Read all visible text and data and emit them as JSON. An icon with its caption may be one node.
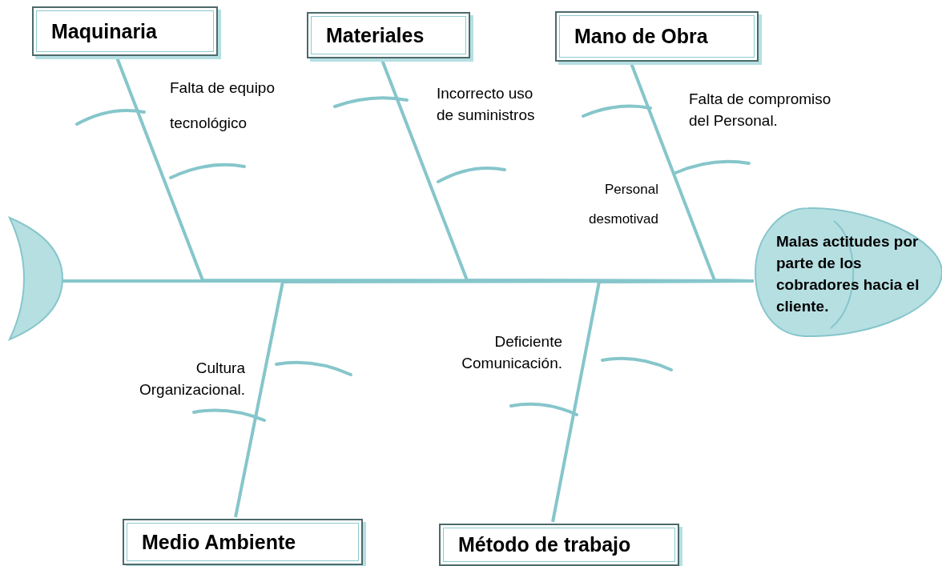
{
  "diagram": {
    "nodes": [
      {
        "text": [
          "Maquinaria"
        ]
      },
      {
        "text": [
          "Materiales"
        ]
      },
      {
        "text": [
          "Mano de Obra"
        ]
      },
      {
        "text": [],
        "shape": "crescent"
      },
      {
        "text": [
          "Malas actitudes por parte de los cobradores hacia el cliente."
        ]
      },
      {
        "text": [
          "Medio Ambiente"
        ]
      },
      {
        "text": [
          "Método de trabajo"
        ]
      }
    ],
    "edges": [
      {
        "from": 3,
        "to": 4,
        "arrow": "none"
      },
      {
        "from": 0,
        "to": 4,
        "arrow": "none"
      },
      {
        "from": 1,
        "to": 4,
        "arrow": "none"
      },
      {
        "from": 2,
        "to": 4,
        "arrow": "none"
      },
      {
        "from": 5,
        "to": 4,
        "arrow": "none"
      },
      {
        "from": 6,
        "to": 4,
        "arrow": "none"
      }
    ],
    "labels": [
      "Falta de equipo tecnológico",
      "Incorrecto uso de suministros",
      "Falta de compromiso del Personal.",
      "Personal desmotivad",
      "Cultura Organizacional.",
      "Deficiente Comunicación."
    ]
  }
}
